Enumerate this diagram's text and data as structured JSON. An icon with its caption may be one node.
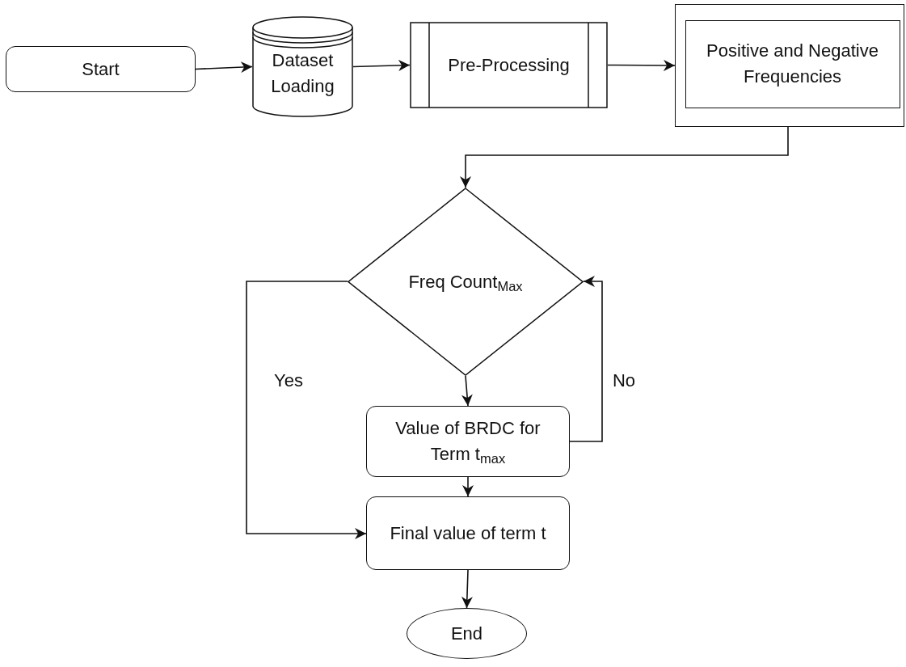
{
  "diagram": {
    "nodes": [
      {
        "text": [
          "Start"
        ]
      },
      {
        "text": [
          "Dataset Loading"
        ]
      },
      {
        "text": [
          "Pre-Processing"
        ]
      },
      {
        "text": [],
        "shape": "box"
      },
      {
        "text": [
          "Positive and Negative Frequencies"
        ],
        "in": 3
      },
      {
        "text": [
          "Freq Count$_{Max}$"
        ]
      },
      {
        "text": [
          "Value of BRDC for Term t$_{max}$"
        ]
      },
      {
        "text": [
          "Final value of term t"
        ]
      },
      {
        "text": [
          "End"
        ]
      }
    ],
    "edges": [
      {
        "from": 0,
        "to": 1,
        "arrow": "to"
      },
      {
        "from": 1,
        "to": 2,
        "arrow": "to"
      },
      {
        "from": 2,
        "to": 3,
        "arrow": "to"
      },
      {
        "from": 4,
        "to": 5,
        "arrow": "to"
      },
      {
        "from": 5,
        "to": 6,
        "arrow": "to"
      },
      {
        "from": 5,
        "to": 7,
        "label": "Yes",
        "arrow": "to"
      },
      {
        "from": 6,
        "to": 5,
        "label": "No",
        "arrow": "to"
      },
      {
        "from": 6,
        "to": 7,
        "arrow": "to"
      },
      {
        "from": 7,
        "to": 8,
        "arrow": "to"
      }
    ]
  }
}
